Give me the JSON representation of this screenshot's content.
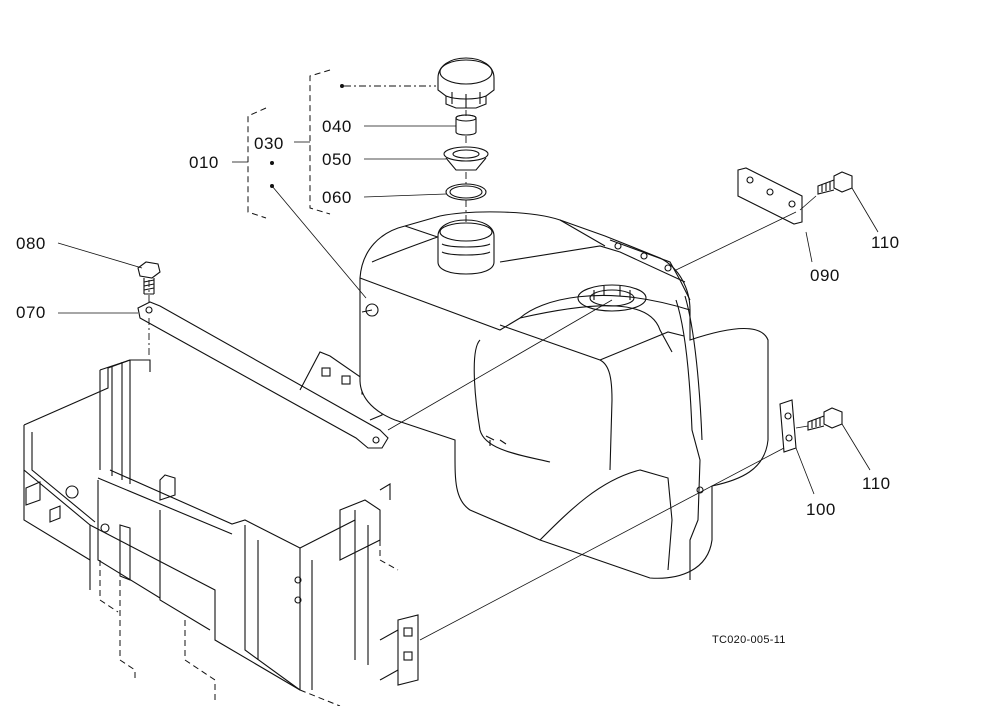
{
  "diagram": {
    "labels": {
      "p010": "010",
      "p030": "030",
      "p040": "040",
      "p050": "050",
      "p060": "060",
      "p070": "070",
      "p080": "080",
      "p090": "090",
      "p100": "100",
      "p110_top": "110",
      "p110_bottom": "110"
    },
    "drawing_code": "TC020-005-11"
  }
}
